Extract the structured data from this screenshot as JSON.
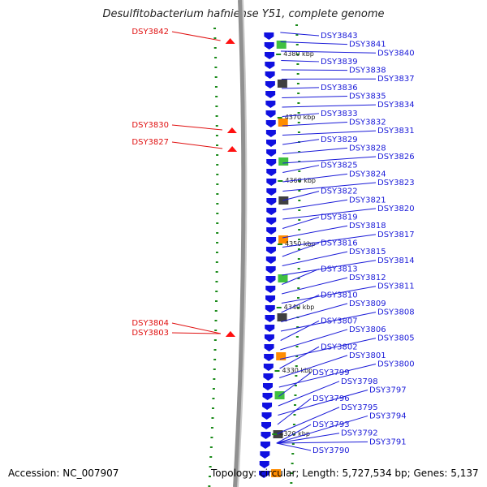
{
  "title": "Desulfitobacterium hafniense Y51, complete genome",
  "footer": {
    "accession": "Accession: NC_007907",
    "summary": "Topology: circular; Length: 5,727,534 bp; Genes: 5,137"
  },
  "colors": {
    "forward_label": "#1a1ad8",
    "reverse_label": "#e01010",
    "backbone": "#909090",
    "tick": "#1a8a1a",
    "cds_forward": "#1010e0",
    "cds_reverse": "#ff1010"
  },
  "scale_marks": [
    "4380 kbp",
    "4370 kbp",
    "4360 kbp",
    "4350 kbp",
    "4340 kbp",
    "4330 kbp",
    "4320 kbp"
  ],
  "forward_genes": [
    "DSY3843",
    "DSY3841",
    "DSY3840",
    "DSY3839",
    "DSY3838",
    "DSY3837",
    "DSY3836",
    "DSY3835",
    "DSY3834",
    "DSY3833",
    "DSY3832",
    "DSY3831",
    "DSY3829",
    "DSY3828",
    "DSY3826",
    "DSY3825",
    "DSY3824",
    "DSY3823",
    "DSY3822",
    "DSY3821",
    "DSY3820",
    "DSY3819",
    "DSY3818",
    "DSY3817",
    "DSY3816",
    "DSY3815",
    "DSY3814",
    "DSY3813",
    "DSY3812",
    "DSY3811",
    "DSY3810",
    "DSY3809",
    "DSY3808",
    "DSY3807",
    "DSY3806",
    "DSY3805",
    "DSY3802",
    "DSY3801",
    "DSY3800",
    "DSY3799",
    "DSY3798",
    "DSY3797",
    "DSY3796",
    "DSY3795",
    "DSY3794",
    "DSY3793",
    "DSY3792",
    "DSY3791",
    "DSY3790"
  ],
  "reverse_genes": [
    "DSY3842",
    "DSY3830",
    "DSY3827",
    "DSY3804",
    "DSY3803"
  ]
}
